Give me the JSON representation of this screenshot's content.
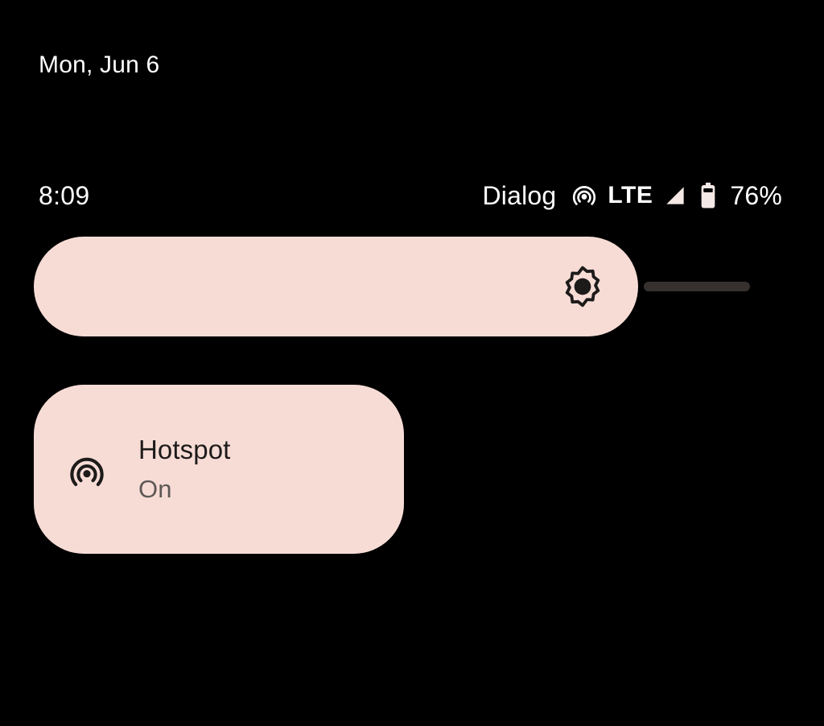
{
  "theme": {
    "background": "#000000",
    "accent_pink": "#f7dcd6",
    "track_unfilled": "#36312e",
    "text_on_dark": "#ffffff",
    "text_on_accent": "#1d1b1a",
    "text_secondary_on_accent": "#5e5855"
  },
  "header": {
    "date": "Mon, Jun 6"
  },
  "status_bar": {
    "clock": "8:09",
    "carrier": "Dialog",
    "hotspot_icon": "hotspot-icon",
    "network_type": "LTE",
    "signal_icon": "signal-bars-icon",
    "battery_icon": "battery-icon",
    "battery_level": "76%"
  },
  "brightness": {
    "name": "brightness-slider",
    "icon": "brightness-icon",
    "value_percent": 84
  },
  "tiles": [
    {
      "name": "hotspot-tile",
      "icon": "hotspot-icon",
      "title": "Hotspot",
      "subtitle": "On",
      "state": "on"
    }
  ]
}
